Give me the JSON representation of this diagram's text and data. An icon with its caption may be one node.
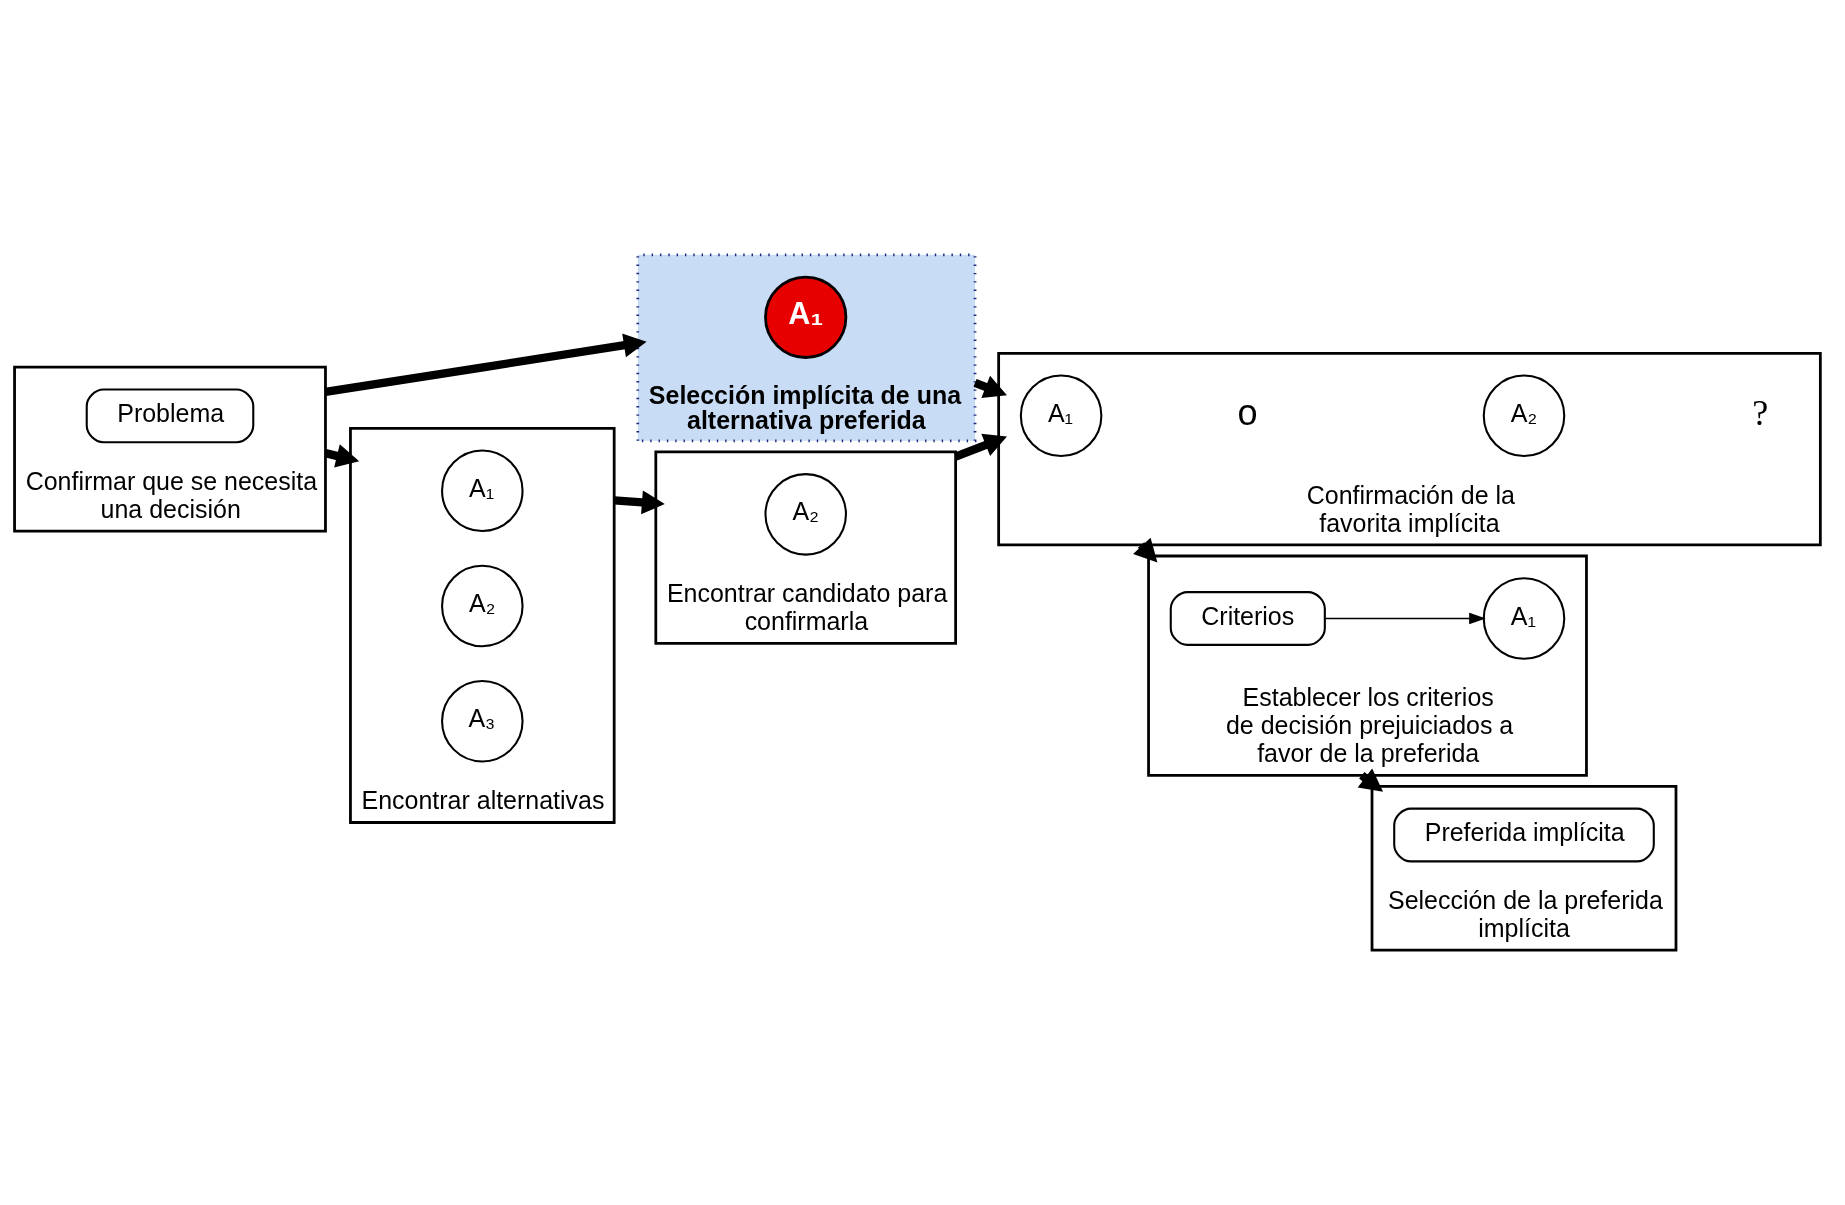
{
  "diagram": {
    "nodes": [
      {
        "text": [
          "Confirmar que se necesita una decisión"
        ]
      },
      {
        "text": [
          "Problema"
        ],
        "in": 0
      },
      {
        "text": [
          "Selección implícita de una alternativa preferida"
        ]
      },
      {
        "text": [
          "A₁"
        ],
        "in": 2
      },
      {
        "text": [
          "Encontrar alternativas"
        ]
      },
      {
        "text": [
          "A₁"
        ],
        "in": 4
      },
      {
        "text": [
          "A₂"
        ],
        "in": 4
      },
      {
        "text": [
          "A₃"
        ],
        "in": 4
      },
      {
        "text": [
          "Encontrar candidato para confirmarla"
        ]
      },
      {
        "text": [
          "A₂"
        ],
        "in": 8
      },
      {
        "text": [
          "Confirmación de la favorita implícita"
        ]
      },
      {
        "text": [
          "A₁"
        ],
        "in": 10
      },
      {
        "text": [
          "A₂"
        ],
        "in": 10
      },
      {
        "text": [
          "Establecer los criterios de decisión prejuiciados a favor de la preferida"
        ]
      },
      {
        "text": [
          "Criterios"
        ],
        "in": 13
      },
      {
        "text": [
          "A₁"
        ],
        "in": 13
      },
      {
        "text": [
          "Selección de la preferida implícita"
        ]
      },
      {
        "text": [
          "Preferida implícita"
        ],
        "in": 16
      }
    ],
    "edges": [
      {
        "from": 0,
        "to": 2,
        "arrow": "to"
      },
      {
        "from": 0,
        "to": 4,
        "arrow": "to"
      },
      {
        "from": 4,
        "to": 8,
        "arrow": "to"
      },
      {
        "from": 2,
        "to": 10,
        "arrow": "to"
      },
      {
        "from": 8,
        "to": 10,
        "arrow": "to"
      },
      {
        "from": 10,
        "to": 13,
        "arrow": "to"
      },
      {
        "from": 13,
        "to": 16,
        "arrow": "to"
      },
      {
        "from": 14,
        "to": 15,
        "arrow": "to"
      }
    ],
    "labels": [
      "o",
      "?"
    ]
  }
}
